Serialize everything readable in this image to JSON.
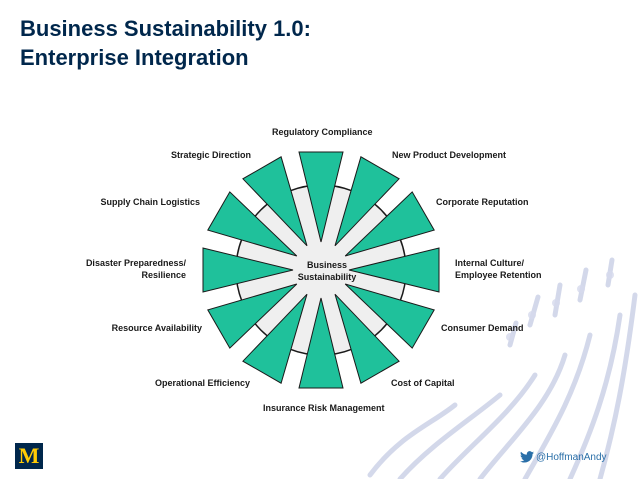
{
  "title": {
    "line1": "Business Sustainability 1.0:",
    "line2": "Enterprise Integration"
  },
  "diagram": {
    "center": {
      "line1": "Business",
      "line2": "Sustainability"
    },
    "spokes": [
      {
        "id": "regulatory-compliance",
        "lines": [
          "Regulatory Compliance"
        ]
      },
      {
        "id": "new-product-development",
        "lines": [
          "New Product Development"
        ]
      },
      {
        "id": "corporate-reputation",
        "lines": [
          "Corporate Reputation"
        ]
      },
      {
        "id": "internal-culture",
        "lines": [
          "Internal Culture/",
          "Employee Retention"
        ]
      },
      {
        "id": "consumer-demand",
        "lines": [
          "Consumer Demand"
        ]
      },
      {
        "id": "cost-of-capital",
        "lines": [
          "Cost of Capital"
        ]
      },
      {
        "id": "insurance-risk-management",
        "lines": [
          "Insurance Risk Management"
        ]
      },
      {
        "id": "operational-efficiency",
        "lines": [
          "Operational Efficiency"
        ]
      },
      {
        "id": "resource-availability",
        "lines": [
          "Resource Availability"
        ]
      },
      {
        "id": "disaster-preparedness",
        "lines": [
          "Disaster Preparedness/",
          "Resilience"
        ]
      },
      {
        "id": "supply-chain-logistics",
        "lines": [
          "Supply Chain Logistics"
        ]
      },
      {
        "id": "strategic-direction",
        "lines": [
          "Strategic Direction"
        ]
      }
    ]
  },
  "colors": {
    "title": "#00274c",
    "arrow_fill": "#1fc19b",
    "arrow_stroke": "#1a1a1a",
    "circle_fill": "#efefef",
    "logo_bg": "#00274c",
    "logo_fg": "#ffcb05",
    "twitter": "#2a6fa8"
  },
  "footer": {
    "logo_letter": "M",
    "twitter_icon": "twitter-bird-icon",
    "twitter_handle": "@HoffmanAndy"
  }
}
